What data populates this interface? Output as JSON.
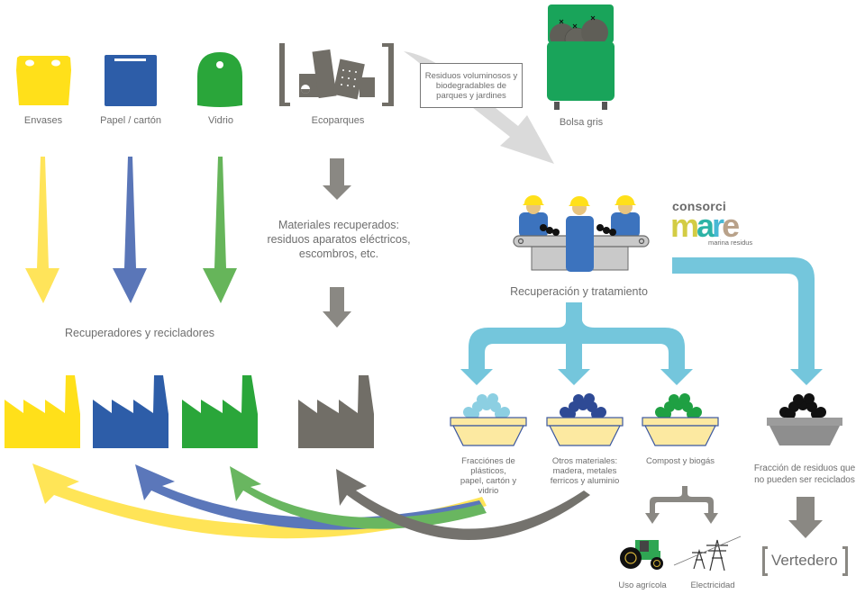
{
  "title": "Ciclo de gestión de residuos",
  "colors": {
    "yellow": "#FFE01A",
    "blue": "#2D5DA8",
    "green": "#2AA63A",
    "gray": "#716E67",
    "light_blue": "#74C6DC",
    "light_gray_arrow": "#DADADA",
    "bin_dark_green": "#19A45A",
    "basket_yellow": "#FCE9A1"
  },
  "containers": [
    {
      "id": "envases",
      "label": "Envases",
      "color": "yellow",
      "icon": "yellow-container-icon"
    },
    {
      "id": "papel",
      "label": "Papel / cartón",
      "color": "blue",
      "icon": "blue-container-icon"
    },
    {
      "id": "vidrio",
      "label": "Vidrio",
      "color": "green",
      "icon": "green-igloo-container-icon"
    },
    {
      "id": "ecoparques",
      "label": "Ecoparques",
      "color": "gray",
      "icon": "appliances-icon"
    },
    {
      "id": "bolsa_gris",
      "label": "Bolsa gris",
      "color": "bin_dark_green",
      "icon": "garbage-bin-icon"
    }
  ],
  "note_box": "Residuos voluminosos y biodegradables de parques y jardines",
  "materiales_recuperados": "Materiales recuperados: residuos aparatos eléctricos, escombros, etc.",
  "recuperadores": "Recuperadores y recicladores",
  "recuperacion": "Recuperación y tratamiento",
  "logo": {
    "top": "consorci",
    "word": "mare",
    "letters": [
      "m",
      "a",
      "r",
      "e"
    ],
    "sub": "marina residus"
  },
  "baskets": [
    {
      "label": "Fracciónes de plásticos, papel, cartón y vidrio",
      "lines": [
        "Fracciónes de",
        "plásticos,",
        "papel, cartón y",
        "vidrio"
      ]
    },
    {
      "label": "Otros materiales: madera, metales ferricos y aluminio",
      "lines": [
        "Otros materiales:",
        "madera, metales",
        "ferricos y aluminio"
      ]
    },
    {
      "label": "Compost y biogás",
      "lines": [
        "Compost y biogás"
      ]
    },
    {
      "label": "Fracción de residuos que no pueden ser reciclados",
      "lines": [
        "Fracción de residuos que",
        "no pueden ser reciclados"
      ]
    }
  ],
  "outputs": {
    "uso_agricola": "Uso agrícola",
    "electricidad": "Electricidad"
  },
  "vertedero": "Vertedero"
}
